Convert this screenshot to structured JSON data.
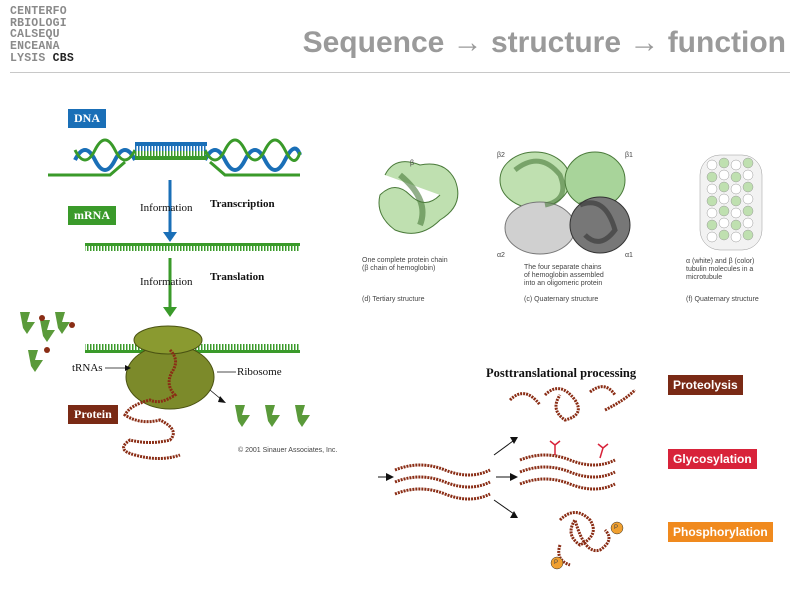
{
  "logo": {
    "lines": [
      "CENTERFO",
      "RBIOLOGI",
      "CALSEQU",
      "ENCEANA",
      "LYSIS"
    ],
    "cbs": "CBS"
  },
  "title": "Sequence → structure → function",
  "left_diagram": {
    "dna_label": "DNA",
    "mrna_label": "mRNA",
    "protein_label": "Protein",
    "information_1": "Information",
    "information_2": "Information",
    "transcription": "Transcription",
    "translation": "Translation",
    "trnas": "tRNAs",
    "ribosome": "Ribosome",
    "copyright": "© 2001 Sinauer Associates, Inc."
  },
  "structures": {
    "tertiary_caption_1": "One complete protein chain",
    "tertiary_caption_2": "(β chain of hemoglobin)",
    "tertiary_label": "(d)  Tertiary structure",
    "quaternary_caption_1": "The four separate chains",
    "quaternary_caption_2": "of hemoglobin assembled",
    "quaternary_caption_3": "into an oligomeric protein",
    "quaternary_label": "(c)  Quaternary structure",
    "tubulin_caption_1": "α (white) and β (color)",
    "tubulin_caption_2": "tubulin molecules in a",
    "tubulin_caption_3": "microtubule",
    "tubulin_label": "(f)  Quaternary structure",
    "chain_b2": "β2",
    "chain_b1": "β1",
    "chain_a2": "α2",
    "chain_a1": "α1",
    "chain_b": "β"
  },
  "posttranslational": {
    "title": "Posttranslational processing",
    "proteolysis": "Proteolysis",
    "glycosylation": "Glycosylation",
    "phosphorylation": "Phosphorylation",
    "p_label": "P"
  },
  "colors": {
    "dna_box": "#1a6fb7",
    "mrna_box": "#3a9a2a",
    "protein_box": "#7a2a15",
    "proteolysis_box": "#7a2a15",
    "glycosylation_box": "#d8233a",
    "phosphorylation_box": "#f08a1e",
    "ribosome": "#7c8a2a",
    "chain": "#8a2d15"
  }
}
